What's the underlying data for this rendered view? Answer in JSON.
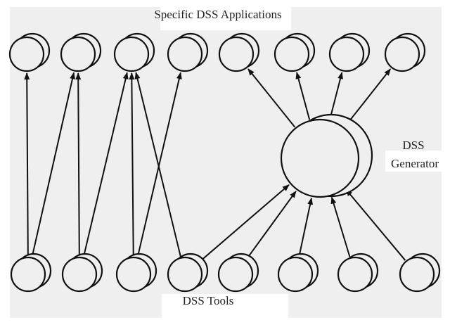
{
  "labels": {
    "top": "Specific DSS Applications",
    "generator_line1": "DSS",
    "generator_line2": "Generator",
    "bottom": "DSS Tools"
  },
  "nodes": {
    "applications": [
      "app-1",
      "app-2",
      "app-3",
      "app-4",
      "app-5",
      "app-6",
      "app-7",
      "app-8"
    ],
    "tools": [
      "tool-1",
      "tool-2",
      "tool-3",
      "tool-4",
      "tool-5",
      "tool-6",
      "tool-7",
      "tool-8"
    ],
    "generator": "generator"
  },
  "edges": [
    [
      "tool-1",
      "app-1"
    ],
    [
      "tool-1",
      "app-2"
    ],
    [
      "tool-2",
      "app-2"
    ],
    [
      "tool-2",
      "app-3"
    ],
    [
      "tool-3",
      "app-3"
    ],
    [
      "tool-3",
      "app-4"
    ],
    [
      "tool-4",
      "app-3"
    ],
    [
      "tool-4",
      "generator"
    ],
    [
      "tool-5",
      "generator"
    ],
    [
      "tool-6",
      "generator"
    ],
    [
      "tool-7",
      "generator"
    ],
    [
      "tool-8",
      "generator"
    ],
    [
      "generator",
      "app-5"
    ],
    [
      "generator",
      "app-6"
    ],
    [
      "generator",
      "app-7"
    ],
    [
      "generator",
      "app-8"
    ]
  ],
  "colors": {
    "background": "#efefef",
    "line": "#111111",
    "label_box": "#ffffff"
  }
}
